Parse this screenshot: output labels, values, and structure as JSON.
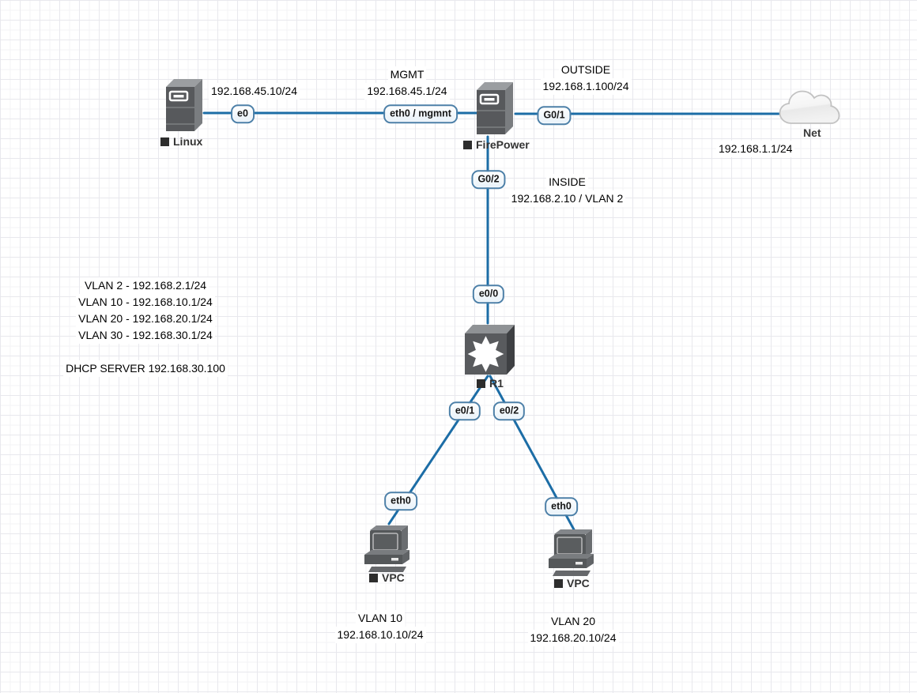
{
  "colors": {
    "link": "#1c6da6",
    "badge_border": "#4d80a8",
    "grid_minor": "#f3f3f6",
    "grid_major": "#e8e8ed",
    "device_gray": "#57595c"
  },
  "nodes": {
    "linux": {
      "name": "Linux",
      "port": "e0",
      "ip": "192.168.45.10/24"
    },
    "firepower": {
      "name": "FirePower",
      "port_mgmt": "eth0 / mgmnt",
      "port_outside": "G0/1",
      "port_inside": "G0/2"
    },
    "cloud": {
      "name": "Net",
      "ip": "192.168.1.1/24"
    },
    "router": {
      "name": "R1",
      "port_up": "e0/0",
      "port_left": "e0/1",
      "port_right": "e0/2"
    },
    "vpc1": {
      "name": "VPC",
      "port": "eth0",
      "vlan": "VLAN 10",
      "ip": "192.168.10.10/24"
    },
    "vpc2": {
      "name": "VPC",
      "port": "eth0",
      "vlan": "VLAN 20",
      "ip": "192.168.20.10/24"
    }
  },
  "annotations": {
    "mgmt_title": "MGMT",
    "mgmt_ip": "192.168.45.1/24",
    "outside_title": "OUTSIDE",
    "outside_ip": "192.168.1.100/24",
    "inside_title": "INSIDE",
    "inside_ip": "192.168.2.10 / VLAN 2",
    "vlan_table": [
      "VLAN 2 - 192.168.2.1/24",
      "VLAN 10 - 192.168.10.1/24",
      "VLAN 20 - 192.168.20.1/24",
      "VLAN 30 - 192.168.30.1/24"
    ],
    "dhcp": "DHCP SERVER 192.168.30.100"
  }
}
